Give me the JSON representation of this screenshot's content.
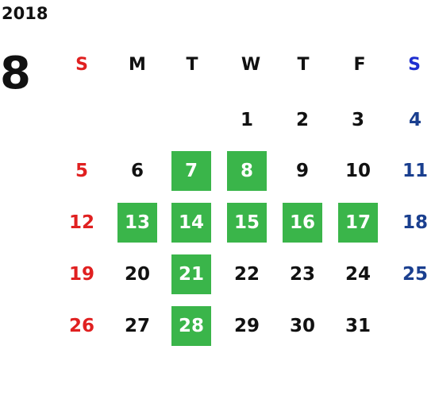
{
  "calendar": {
    "year": "2018",
    "month": "8",
    "weekday_headers": [
      "S",
      "M",
      "T",
      "W",
      "T",
      "F",
      "S"
    ],
    "weeks": [
      [
        null,
        null,
        null,
        "1",
        "2",
        "3",
        "4"
      ],
      [
        "5",
        "6",
        "7",
        "8",
        "9",
        "10",
        "11"
      ],
      [
        "12",
        "13",
        "14",
        "15",
        "16",
        "17",
        "18"
      ],
      [
        "19",
        "20",
        "21",
        "22",
        "23",
        "24",
        "25"
      ],
      [
        "26",
        "27",
        "28",
        "29",
        "30",
        "31",
        null
      ]
    ],
    "highlighted_days": [
      "7",
      "8",
      "13",
      "14",
      "15",
      "16",
      "17",
      "21",
      "28"
    ]
  },
  "colors": {
    "sunday": "#e02020",
    "saturday": "#1a3f8f",
    "saturday_header": "#1f2fd0",
    "highlight": "#3ab54a",
    "text": "#111111"
  }
}
